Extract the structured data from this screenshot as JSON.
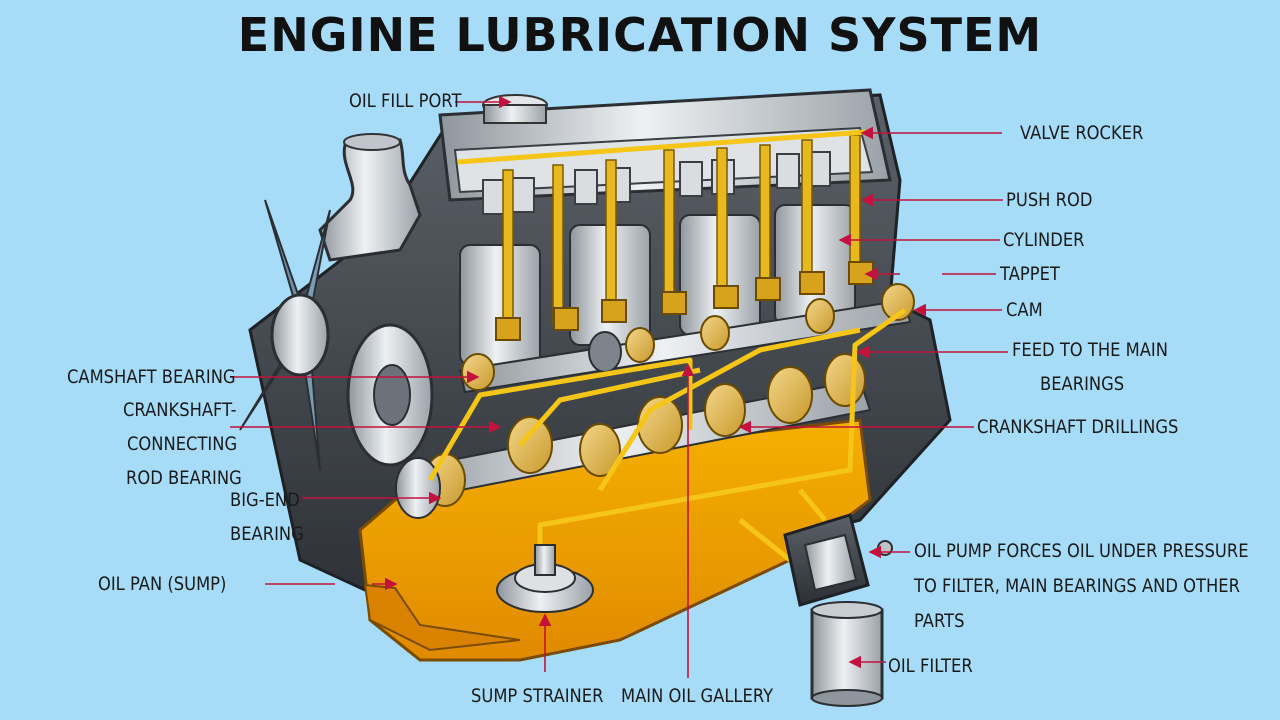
{
  "title": "ENGINE LUBRICATION SYSTEM",
  "labels": {
    "oil_fill_port": "OIL FILL PORT",
    "valve_rocker": "VALVE ROCKER",
    "push_rod": "PUSH ROD",
    "cylinder": "CYLINDER",
    "tappet": "TAPPET",
    "cam": "CAM",
    "feed_main_bearings": [
      "FEED TO THE MAIN",
      "BEARINGS"
    ],
    "crankshaft_drillings": "CRANKSHAFT DRILLINGS",
    "camshaft_bearing": "CAMSHAFT BEARING",
    "crankshaft_connecting_rod_bearing": [
      "CRANKSHAFT-",
      "CONNECTING",
      "ROD BEARING"
    ],
    "big_end_bearing": [
      "BIG-END",
      "BEARING"
    ],
    "oil_pan": "OIL PAN (SUMP)",
    "oil_pump": [
      "OIL PUMP FORCES OIL UNDER PRESSURE",
      "TO FILTER, MAIN BEARINGS AND OTHER",
      "PARTS"
    ],
    "oil_filter": "OIL FILTER",
    "sump_strainer": "SUMP STRAINER",
    "main_oil_gallery": "MAIN OIL GALLERY"
  },
  "colors": {
    "background": "#a6dcf7",
    "leader_line": "#c3123d",
    "oil": "#f2a400",
    "oil_line": "#f5c518",
    "metal": "#c8cdd2"
  }
}
